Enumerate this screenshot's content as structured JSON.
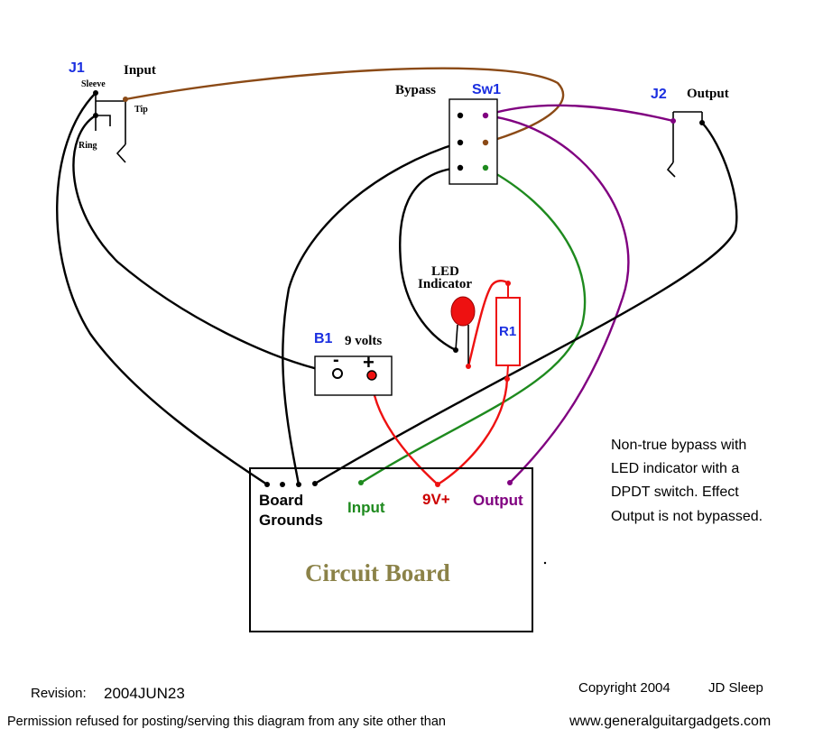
{
  "labels": {
    "j1": "J1",
    "j1_input": "Input",
    "j1_sleeve": "Sleeve",
    "j1_tip": "Tip",
    "j1_ring": "Ring",
    "bypass": "Bypass",
    "sw1": "Sw1",
    "j2": "J2",
    "j2_output": "Output",
    "led_line1": "LED",
    "led_line2": "Indicator",
    "r1": "R1",
    "b1": "B1",
    "battery_volts": "9 volts",
    "battery_minus": "-",
    "battery_plus": "+",
    "board_grounds_line1": "Board",
    "board_grounds_line2": "Grounds",
    "board_input": "Input",
    "board_9v": "9V+",
    "board_output": "Output",
    "circuit_board": "Circuit Board"
  },
  "note": {
    "line1": "Non-true bypass with",
    "line2": "LED indicator with a",
    "line3": "DPDT switch.  Effect",
    "line4": "Output is not bypassed."
  },
  "footer": {
    "revision_label": "Revision:",
    "revision_value": "2004JUN23",
    "copyright": "Copyright 2004",
    "author": "JD Sleep",
    "permission": "Permission refused for posting/serving this diagram from any site other than",
    "url": "www.generalguitargadgets.com"
  },
  "colors": {
    "black": "#000000",
    "brown": "#8b4a16",
    "purple": "#800080",
    "green": "#1e8a1e",
    "red": "#ee1111",
    "blue_label": "#1a2ee0",
    "dark_red_label": "#cc0000",
    "board_title": "#8b8248"
  }
}
